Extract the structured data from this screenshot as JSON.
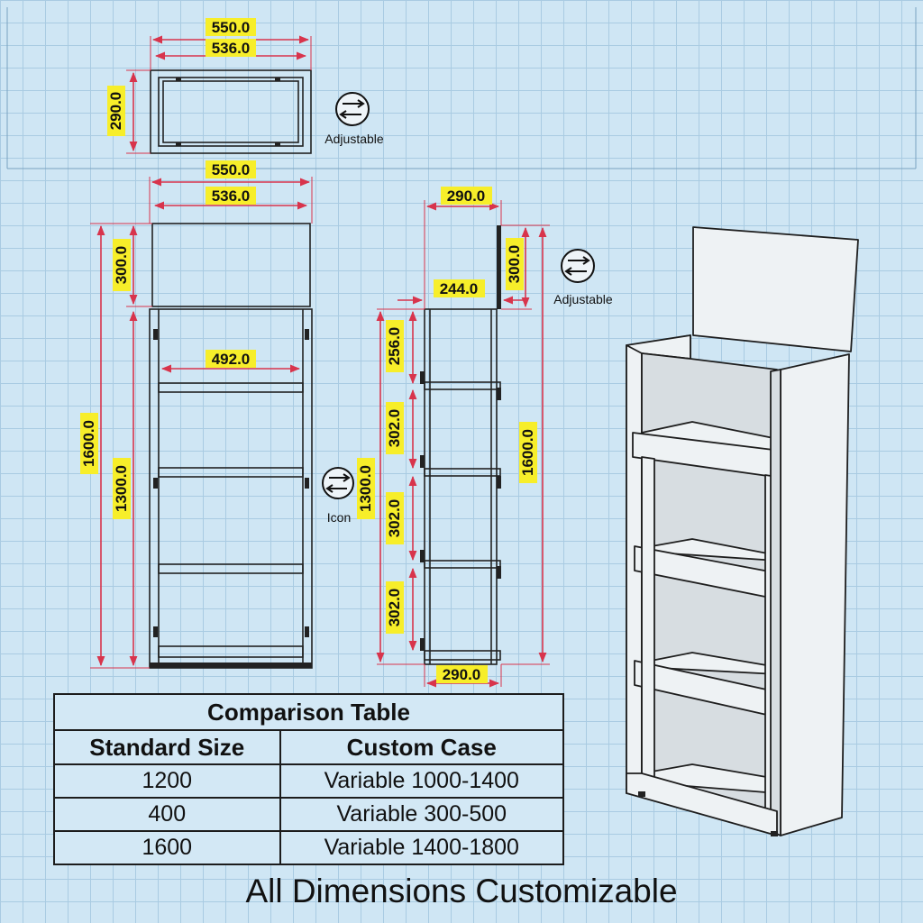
{
  "top_view": {
    "dims": [
      "550.0",
      "536.0",
      "290.0"
    ],
    "note": "Adjustable"
  },
  "front_view": {
    "dims": [
      "550.0",
      "536.0",
      "300.0",
      "492.0",
      "1600.0",
      "1300.0"
    ],
    "note": "Icon"
  },
  "side_view": {
    "dims": [
      "290.0",
      "244.0",
      "300.0",
      "256.0",
      "302.0",
      "302.0",
      "302.0",
      "1300.0",
      "1600.0",
      "290.0"
    ],
    "note": "Adjustable"
  },
  "table": {
    "title": "Comparison Table",
    "headers": [
      "Standard Size",
      "Custom Case"
    ],
    "rows": [
      [
        "1200",
        "Variable 1000-1400"
      ],
      [
        "400",
        "Variable 300-500"
      ],
      [
        "1600",
        "Variable 1400-1800"
      ]
    ]
  },
  "footer": "All Dimensions Customizable",
  "colors": {
    "dimension_line": "#d8344c",
    "label_highlight": "#f7ee2a",
    "grid_background": "#cfe6f4"
  }
}
